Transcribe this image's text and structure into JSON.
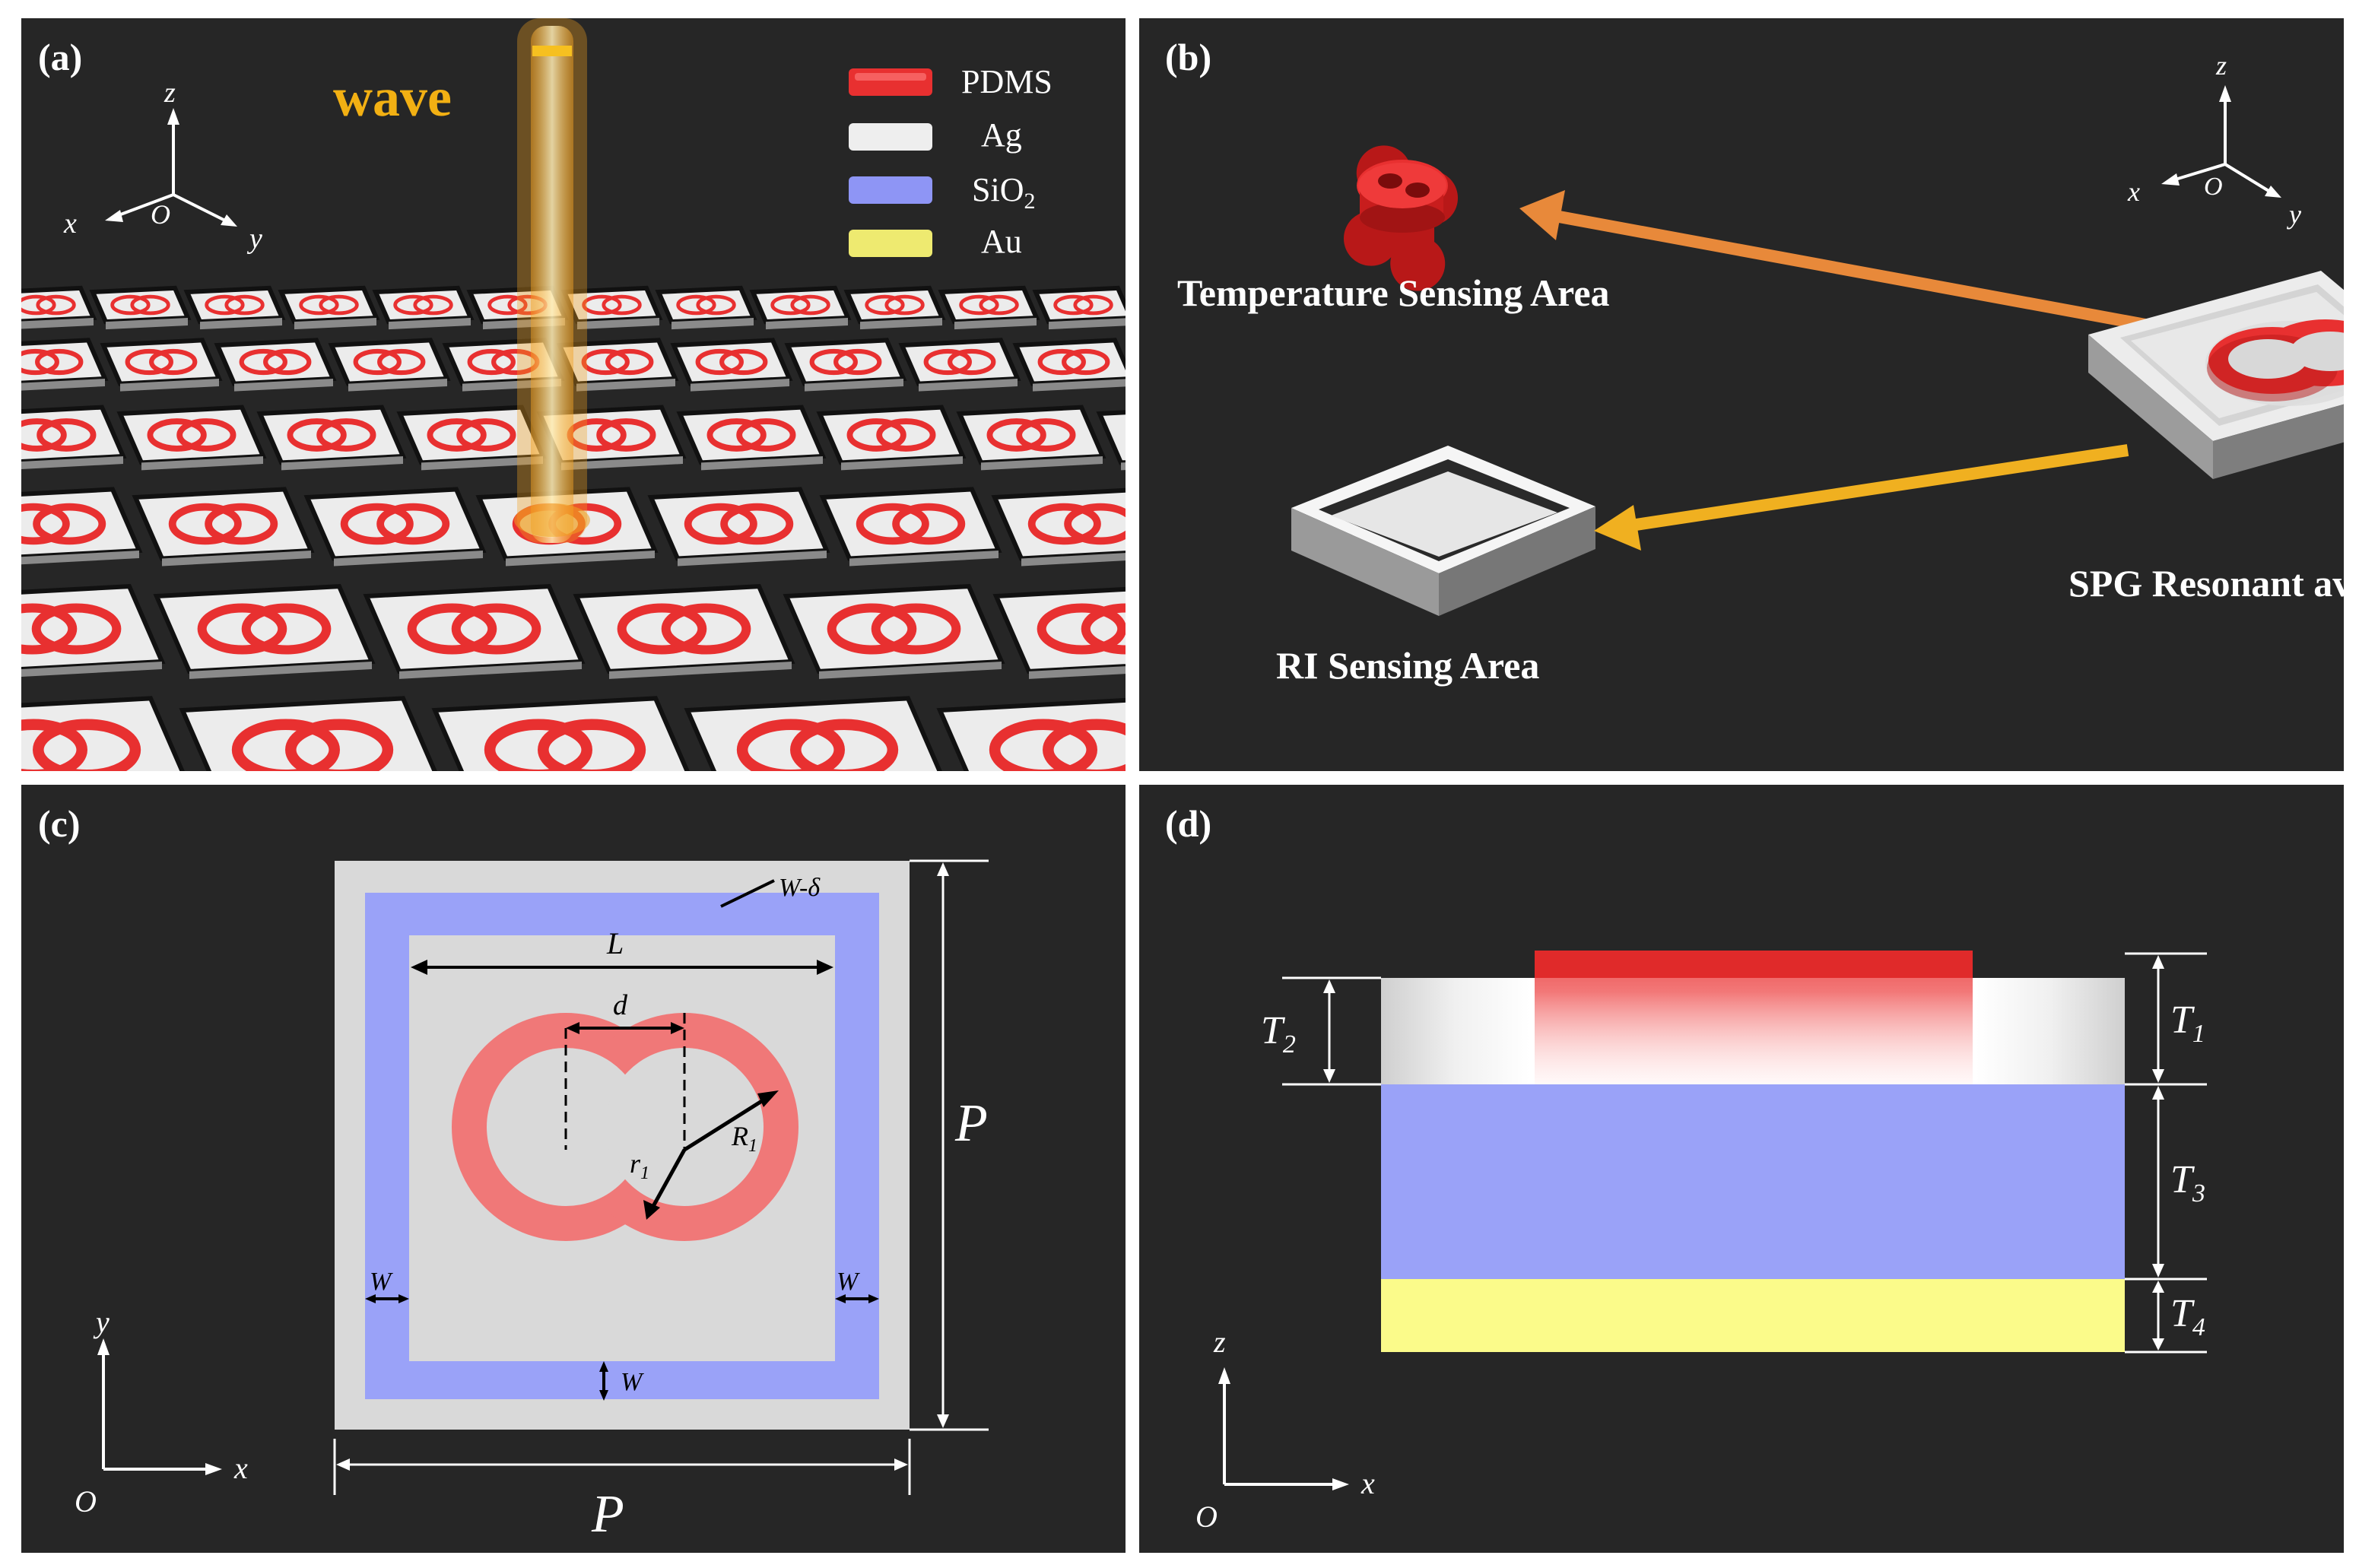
{
  "panels": {
    "a": {
      "tag": "(a)",
      "wave_label": "wave",
      "axes": {
        "z": "z",
        "x": "x",
        "y": "y",
        "o": "O"
      },
      "legend": [
        {
          "name": "PDMS",
          "color": "#e83030"
        },
        {
          "name": "Ag",
          "color": "#eeeeee"
        },
        {
          "name": "SiO2",
          "text_main": "SiO",
          "text_sub": "2",
          "color": "#8e95f5"
        },
        {
          "name": "Au",
          "color": "#eeea70"
        }
      ]
    },
    "b": {
      "tag": "(b)",
      "axes": {
        "z": "z",
        "x": "x",
        "y": "y",
        "o": "O"
      },
      "temperature_label": "Temperature Sensing Area",
      "ri_label": "RI Sensing Area",
      "cavity_label": "SPG Resonant avity"
    },
    "c": {
      "tag": "(c)",
      "labels": {
        "w_delta": "W-δ",
        "L": "L",
        "d": "d",
        "r": "r",
        "r_sub": "1",
        "R": "R",
        "R_sub": "1",
        "W_left": "W",
        "W_right": "W",
        "W_bottom": "W",
        "P_right": "P",
        "P_bottom": "P"
      },
      "axes": {
        "y": "y",
        "x": "x",
        "o": "O"
      }
    },
    "d": {
      "tag": "(d)",
      "labels": {
        "T1": "T",
        "T1_sub": "1",
        "T2": "T",
        "T2_sub": "2",
        "T3": "T",
        "T3_sub": "3",
        "T4": "T",
        "T4_sub": "4"
      },
      "axes": {
        "z": "z",
        "x": "x",
        "o": "O"
      }
    }
  },
  "colors": {
    "background": "#262626",
    "pdms": "#e83030",
    "pdms_light": "#f07878",
    "ag": "#d8d8d8",
    "sio2": "#9aa2f8",
    "au": "#fbfb8a",
    "arrow_orange": "#e8893a",
    "arrow_yellow": "#f0b020",
    "wave_text": "#f2b013"
  }
}
